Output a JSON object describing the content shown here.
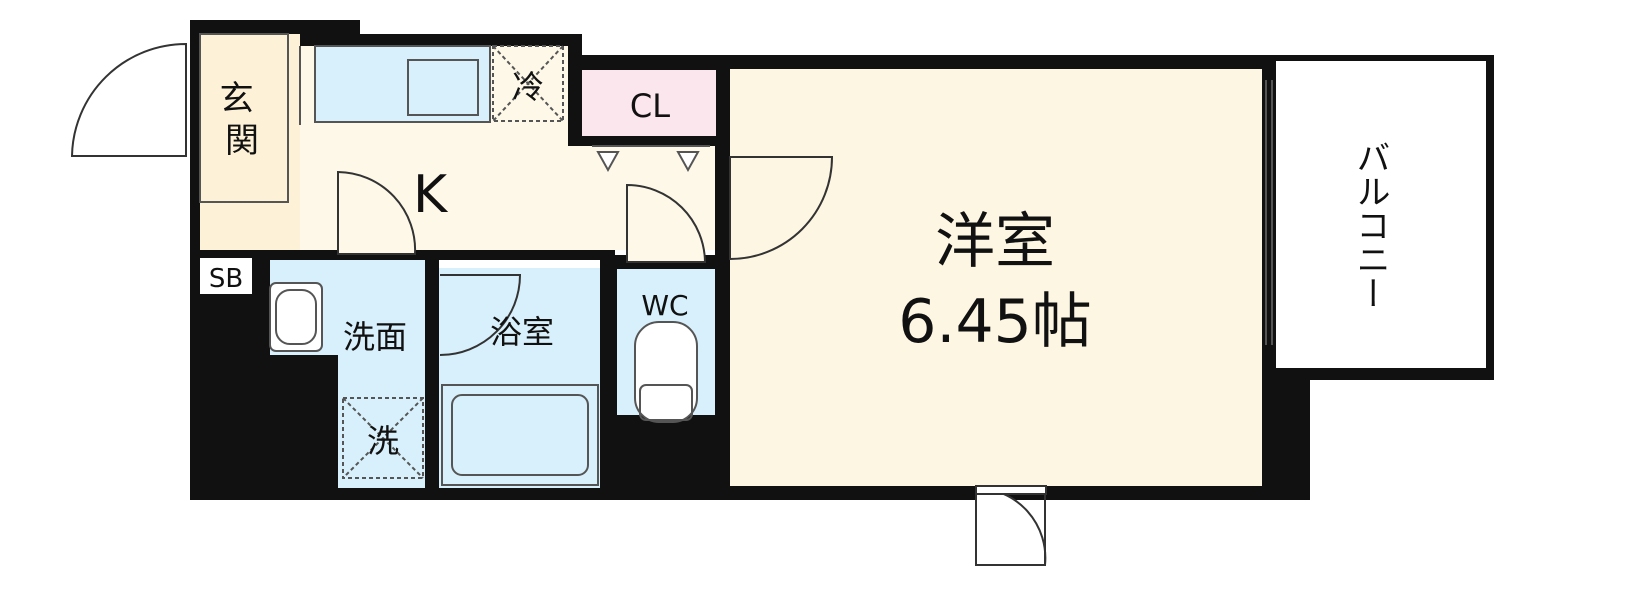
{
  "rooms": {
    "entrance": "玄関",
    "kitchen": "K",
    "fridge": "冷",
    "closet": "CL",
    "shoe_box": "SB",
    "washroom": "洗面",
    "washer": "洗",
    "bathroom": "浴室",
    "toilet": "WC",
    "western_room": "洋室",
    "western_room_size": "6.45帖",
    "balcony": "バルコニー"
  },
  "colors": {
    "wall": "#111111",
    "floor_wood": "#fdf6e3",
    "kitchen_floor": "#fdf8e8",
    "wet_area": "#d7f0fb",
    "closet": "#fbe6ee",
    "outline": "#555555"
  }
}
